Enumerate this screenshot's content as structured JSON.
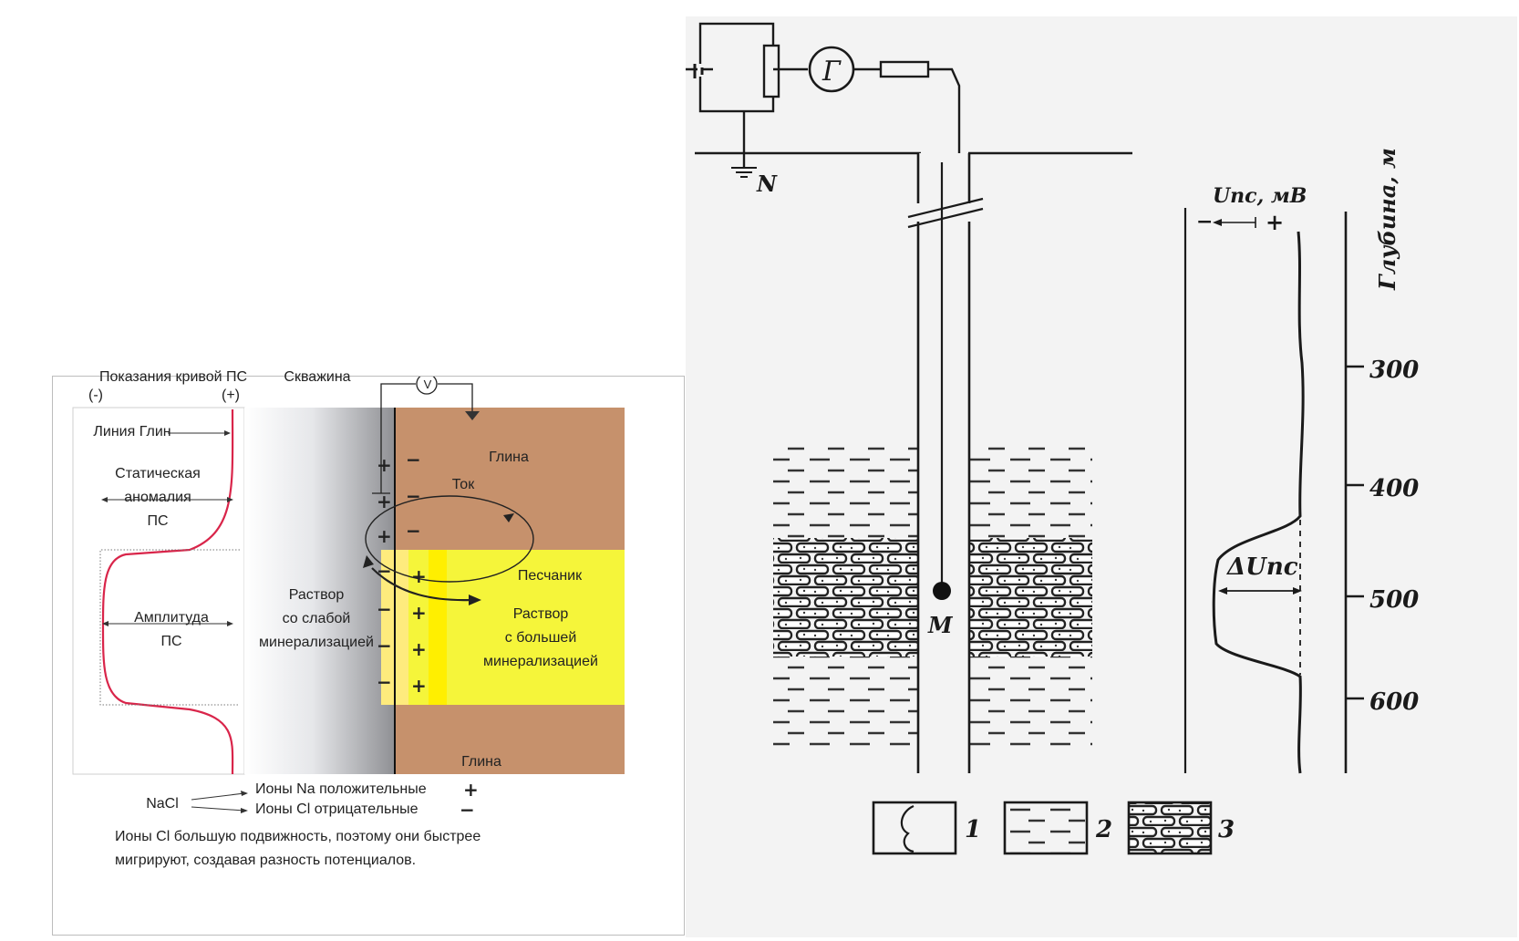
{
  "left_diagram": {
    "curve_label": "Показания кривой ПС",
    "neg_sign": "(-)",
    "pos_sign": "(+)",
    "borehole_label": "Скважина",
    "shale_line_label": "Линия Глин",
    "static_anomaly_label": [
      "Статическая",
      "аномалия",
      "ПС"
    ],
    "amplitude_label": [
      "Амплитуда",
      "ПС"
    ],
    "voltmeter_symbol": "V",
    "clay_top_label": "Глина",
    "clay_bottom_label": "Глина",
    "current_label": "Ток",
    "sandstone_label": "Песчаник",
    "weak_solution_label": [
      "Раствор",
      "со слабой",
      "минерализацией"
    ],
    "strong_solution_label": [
      "Раствор",
      "с большей",
      "минерализацией"
    ],
    "nacl_label": "NaCl",
    "na_ions_label": "Ионы Na положительные",
    "cl_ions_label": "Ионы Cl отрицательные",
    "note": [
      "Ионы Cl большую подвижность, поэтому они быстрее",
      "мигрируют, создавая разность потенциалов."
    ],
    "plus": "+",
    "minus": "−",
    "colors": {
      "clay": "#c6916c",
      "sandstone": "#f5f53a",
      "sand_strip": "#ffef00",
      "curve": "#d9254a"
    }
  },
  "right_diagram": {
    "galvanometer_symbol": "Г",
    "electrode_n": "N",
    "electrode_m": "M",
    "axis_label": "Глубина, м",
    "usp_label": "Uпс, мВ",
    "delta_usp_label": "ΔUпс",
    "minus_sign": "−",
    "plus_sign": "+",
    "depth_ticks": [
      "300",
      "400",
      "500",
      "600"
    ],
    "legend": [
      "1",
      "2",
      "3"
    ]
  }
}
